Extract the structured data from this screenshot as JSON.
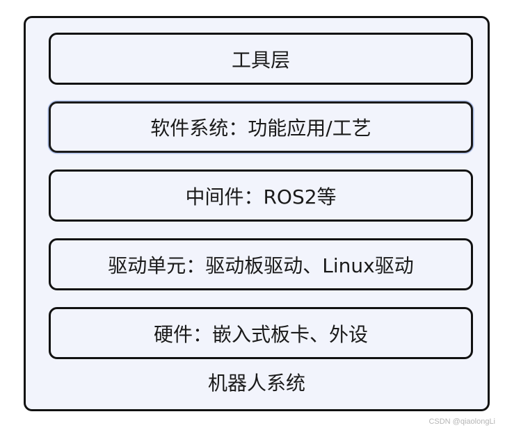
{
  "diagram": {
    "layers": [
      {
        "label": "工具层"
      },
      {
        "label": "软件系统：功能应用/工艺"
      },
      {
        "label": "中间件：ROS2等"
      },
      {
        "label": "驱动单元：驱动板驱动、Linux驱动"
      },
      {
        "label": "硬件：嵌入式板卡、外设"
      }
    ],
    "container_label": "机器人系统"
  },
  "watermark": "CSDN @qiaolongLi"
}
